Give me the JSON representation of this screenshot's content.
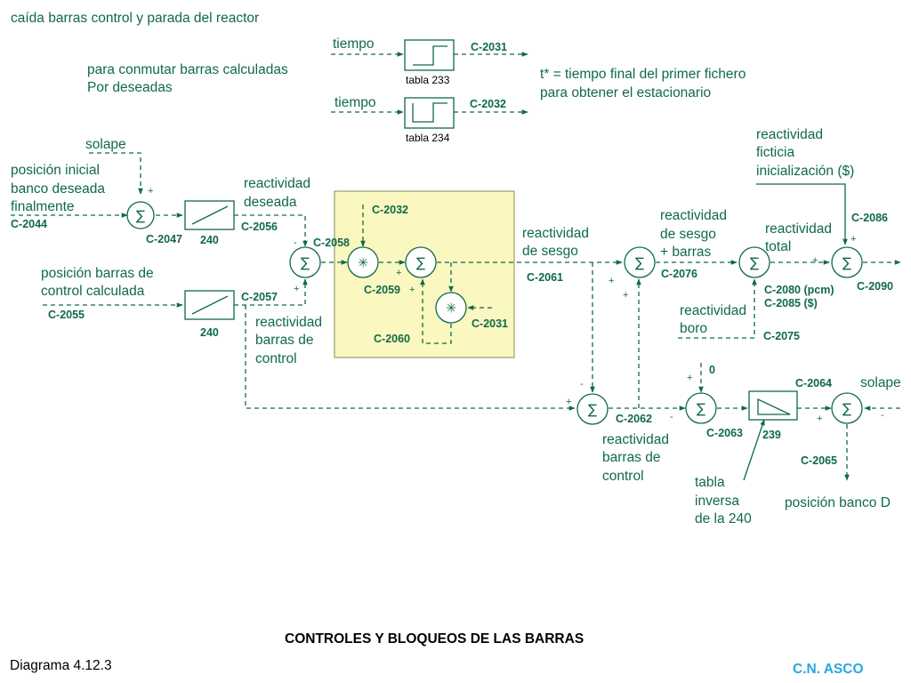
{
  "title": "caída barras control y parada del reactor",
  "note_conmutar": [
    "para conmutar barras calculadas",
    "Por deseadas"
  ],
  "note_tstar": [
    "t* = tiempo final del primer fichero",
    "para obtener el estacionario"
  ],
  "tiempo_1": "tiempo",
  "tiempo_2": "tiempo",
  "tabla_233": "tabla 233",
  "tabla_234": "tabla 234",
  "solape_1": "solape",
  "solape_2": "solape",
  "pos_inicial": [
    "posición inicial",
    "banco deseada",
    "finalmente"
  ],
  "pos_barras": [
    "posición barras de",
    "control calculada"
  ],
  "react_deseada": [
    "reactividad",
    "deseada"
  ],
  "react_barras_1": [
    "reactividad",
    "barras de",
    "control"
  ],
  "react_sesgo": [
    "reactividad",
    "de sesgo"
  ],
  "react_sesgo_barras": [
    "reactividad",
    "de sesgo",
    "+ barras"
  ],
  "react_total": [
    "reactividad",
    "total"
  ],
  "react_ficticia": [
    "reactividad",
    "ficticia",
    "inicialización ($)"
  ],
  "react_boro": [
    "reactividad",
    "boro"
  ],
  "react_barras_2": [
    "reactividad",
    "barras de",
    "control"
  ],
  "tabla_inversa": [
    "tabla",
    "inversa",
    "de la 240"
  ],
  "pos_banco_d": "posición banco D",
  "codes": {
    "c2031a": "C-2031",
    "c2032a": "C-2032",
    "c2044": "C-2044",
    "c2047": "C-2047",
    "c2056": "C-2056",
    "c2055": "C-2055",
    "c2057": "C-2057",
    "c2058": "C-2058",
    "c2032b": "C-2032",
    "c2059": "C-2059",
    "c2060": "C-2060",
    "c2031b": "C-2031",
    "c2061": "C-2061",
    "c2076": "C-2076",
    "c2086": "C-2086",
    "c2090": "C-2090",
    "c2080": "C-2080 (pcm)",
    "c2085": "C-2085 ($)",
    "c2075": "C-2075",
    "c2062": "C-2062",
    "c2063": "C-2063",
    "c2064": "C-2064",
    "c2065": "C-2065"
  },
  "block_240a": "240",
  "block_240b": "240",
  "block_239": "239",
  "zero": "0",
  "footer_title": "CONTROLES Y BLOQUEOS DE LAS BARRAS",
  "diagram_number": "Diagrama 4.12.3",
  "brand": "C.N. ASCO",
  "colors": {
    "line": "#0f6a46",
    "highlight": "#fbf7c1",
    "brand": "#2aa8df"
  }
}
